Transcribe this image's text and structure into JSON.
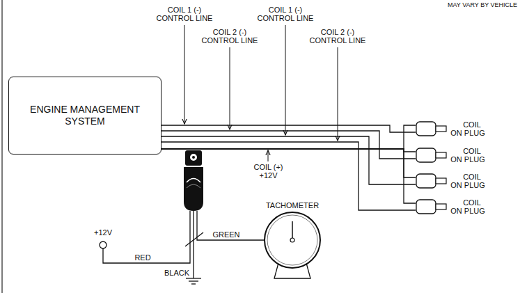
{
  "diagram": {
    "nodes": [
      {
        "text": [
          "ENGINE MANAGEMENT SYSTEM"
        ]
      },
      {
        "text": [
          "COIL ON PLUG"
        ]
      },
      {
        "text": [
          "COIL ON PLUG"
        ]
      },
      {
        "text": [
          "COIL ON PLUG"
        ]
      },
      {
        "text": [
          "COIL ON PLUG"
        ]
      },
      {
        "text": [
          "TACHOMETER"
        ]
      }
    ],
    "edges": [
      {
        "from": 0,
        "to": 1,
        "arrow": "none"
      },
      {
        "from": 0,
        "to": 2,
        "arrow": "none"
      },
      {
        "from": 0,
        "to": 3,
        "arrow": "none"
      },
      {
        "from": 0,
        "to": 4,
        "arrow": "none"
      },
      {
        "from": 0,
        "to": 1,
        "arrow": "none"
      },
      {
        "from": 0,
        "to": 2,
        "arrow": "none"
      },
      {
        "from": 0,
        "to": 3,
        "arrow": "none"
      },
      {
        "from": 0,
        "to": 4,
        "arrow": "none"
      }
    ],
    "labels": [
      "MAY VARY BY VEHICLE",
      "COIL 1 (-) CONTROL LINE",
      "COIL 2 (-) CONTROL LINE",
      "COIL 1 (-) CONTROL LINE",
      "COIL 2 (-) CONTROL LINE",
      "COIL (+) +12V",
      "+12V",
      "RED",
      "GREEN",
      "BLACK"
    ]
  }
}
